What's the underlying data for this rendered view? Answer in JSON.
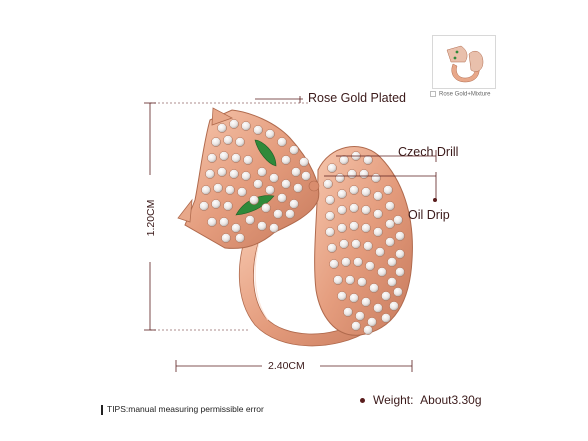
{
  "callouts": {
    "rose_gold": "Rose Gold Plated",
    "czech_drill": "Czech Drill",
    "oil_drip": "Oil Drip"
  },
  "dimensions": {
    "height": "1.20CM",
    "width": "2.40CM"
  },
  "thumbnail": {
    "caption": "Rose Gold+Mixture"
  },
  "footer": {
    "tips": "TIPS:manual measuring permissible error",
    "weight_label": "Weight:",
    "weight_value": "About3.30g"
  },
  "colors": {
    "rose_gold": "#e8a88a",
    "rose_gold_dark": "#c77a5c",
    "crystal": "#f4f1ef",
    "enamel_green": "#2f8a3a",
    "guide_line": "#5a1d1d"
  }
}
